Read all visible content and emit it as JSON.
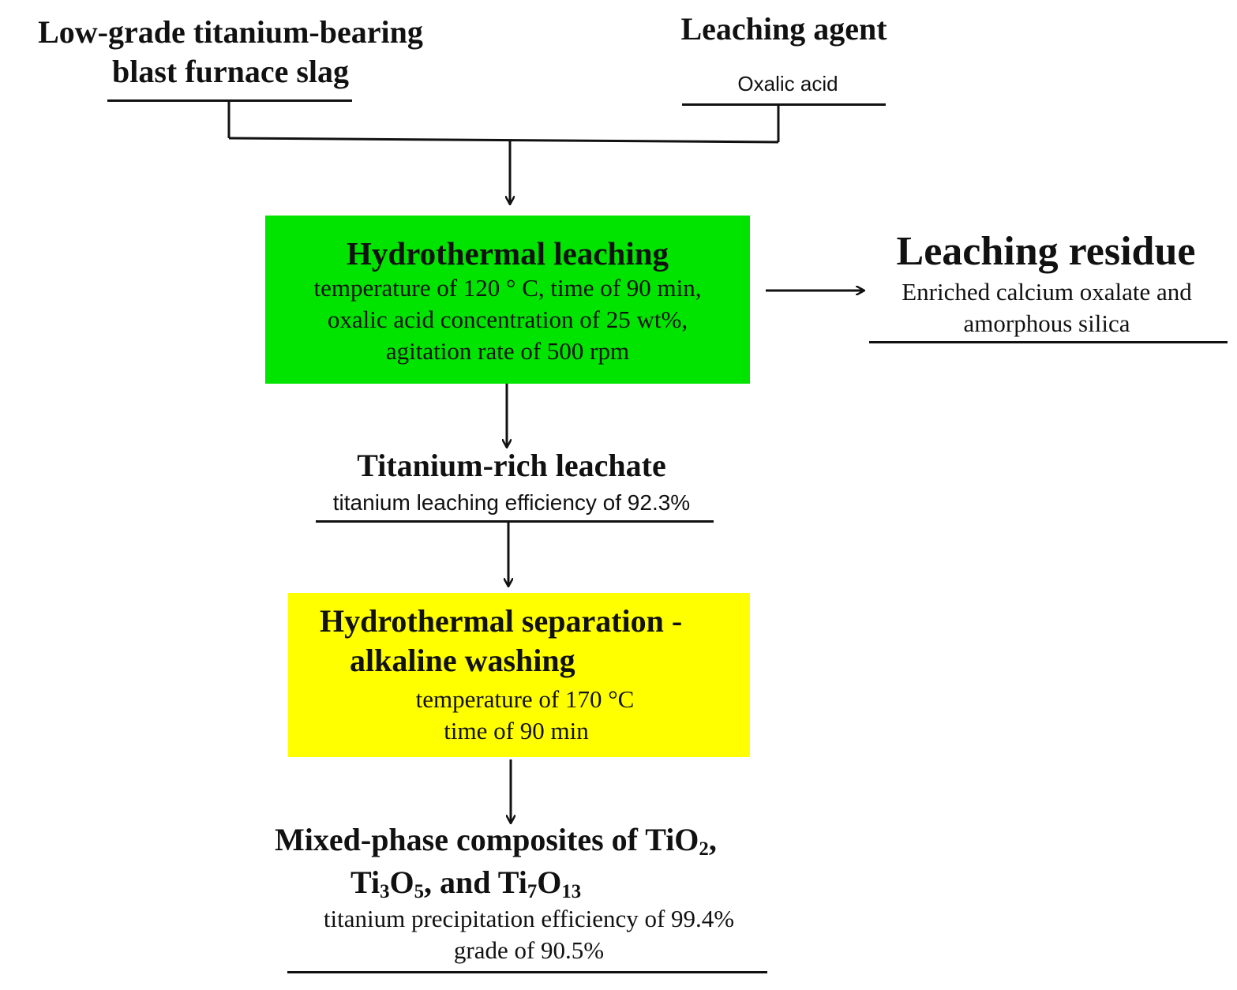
{
  "inputs": {
    "slag": {
      "line1": "Low-grade titanium-bearing",
      "line2": "blast furnace slag"
    },
    "agent": {
      "title": "Leaching agent",
      "name": "Oxalic acid"
    }
  },
  "leaching": {
    "title": "Hydrothermal leaching",
    "cond1": "temperature of 120 °  C,  time of 90 min,",
    "cond2": "oxalic acid concentration of 25 wt%,",
    "cond3": "agitation rate of 500 rpm",
    "color": "#00e400"
  },
  "residue": {
    "title": "Leaching residue",
    "line1": "Enriched calcium oxalate and",
    "line2": "amorphous silica"
  },
  "leachate": {
    "title": "Titanium-rich leachate",
    "detail": "titanium leaching efficiency of 92.3%"
  },
  "separation": {
    "title1": "Hydrothermal separation -",
    "title2": "alkaline washing",
    "cond1": "temperature of 170 °C",
    "cond2": "time of  90 min",
    "color": "#ffff00"
  },
  "product": {
    "l1_text": "Mixed-phase composites of TiO",
    "l1_sub": "2",
    "l1_end": ",",
    "ti3": "Ti",
    "ti3_sub": "3",
    "o5": "O",
    "o5_sub": "5",
    "and_text": ", and Ti",
    "ti7_sub": "7",
    "o13": "O",
    "o13_sub": "13",
    "detail1": "titanium precipitation efficiency of 99.4%",
    "detail2": "grade of 90.5%"
  }
}
